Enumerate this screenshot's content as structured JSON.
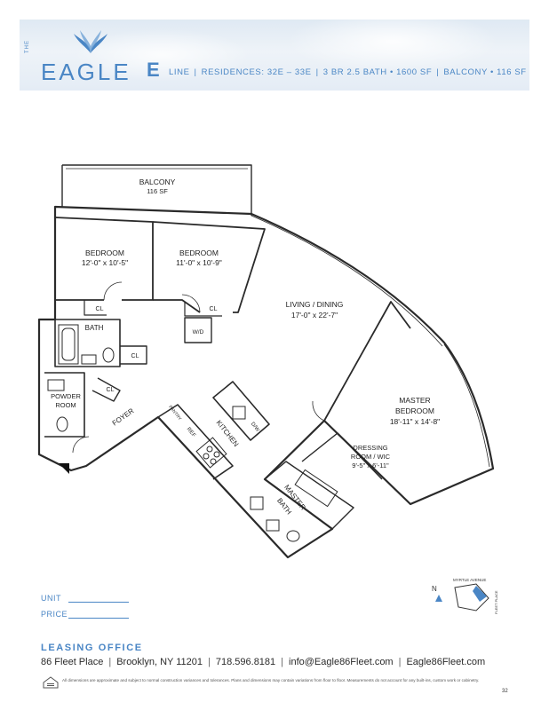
{
  "header": {
    "logo_the": "THE",
    "logo_word": "EAGLE",
    "line_letter": "E",
    "specs": [
      "LINE",
      "RESIDENCES: 32E – 33E",
      "3 BR   2.5 BATH  •  1600 SF",
      "BALCONY  •  116 SF"
    ]
  },
  "rooms": {
    "balcony": {
      "name": "BALCONY",
      "size": "116 SF"
    },
    "bedroom1": {
      "name": "BEDROOM",
      "size": "12'-0\" x 10'-5\""
    },
    "bedroom2": {
      "name": "BEDROOM",
      "size": "11'-0\" x 10'-9\""
    },
    "living": {
      "name": "LIVING / DINING",
      "size": "17'-0\" x 22'-7\""
    },
    "master": {
      "name1": "MASTER",
      "name2": "BEDROOM",
      "size": "18'-11\" x 14'-8\""
    },
    "dressing": {
      "name1": "DRESSING",
      "name2": "ROOM / WIC",
      "size": "9'-5\" x 6'-11\""
    },
    "bath": "BATH",
    "powder": {
      "name1": "POWDER",
      "name2": "ROOM"
    },
    "foyer": "FOYER",
    "kitchen": "KITCHEN",
    "master_bath": {
      "name1": "MASTER",
      "name2": "BATH"
    },
    "cl": "CL",
    "wd": "W/D",
    "pantry": "PANTRY",
    "ref": "REF",
    "dw": "D/W"
  },
  "keyplan": {
    "street1": "MYRTLE AVENUE",
    "street2": "FLEET PLACE",
    "north": "N"
  },
  "fields": {
    "unit": "UNIT",
    "price": "PRICE"
  },
  "footer": {
    "leasing": "LEASING OFFICE",
    "contact": [
      "86 Fleet Place",
      "Brooklyn, NY 11201",
      "718.596.8181",
      "info@Eagle86Fleet.com",
      "Eagle86Fleet.com"
    ],
    "disclaimer": "All dimensions are approximate and subject to normal construction variances and tolerances. Plans and dimensions may contain variations from floor to floor. Measurements do not account for any built-ins, custom work or cabinetry.",
    "page": "32"
  },
  "colors": {
    "accent": "#4a86c5",
    "wall": "#2a2a2a"
  }
}
